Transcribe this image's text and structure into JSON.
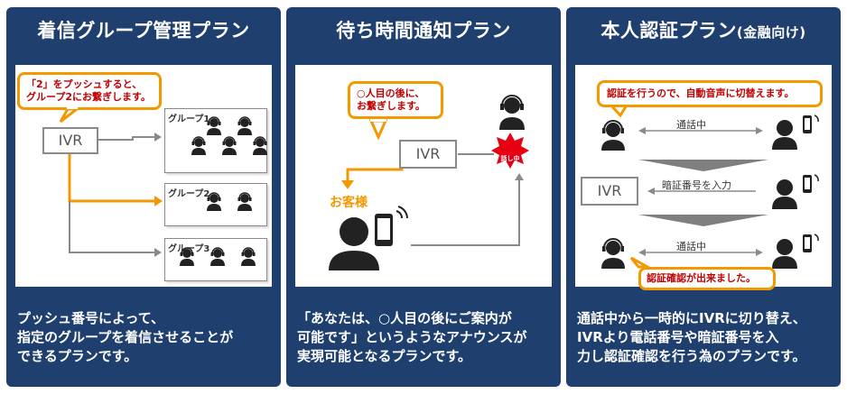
{
  "panels": [
    {
      "title": "着信グループ管理プラン",
      "bubble": "「2」をプッシュすると、グループ2にお繋ぎします。",
      "bubble_line1": "「2」をプッシュすると、",
      "bubble_line2": "グループ2にお繋ぎします。",
      "ivr": "IVR",
      "groups": [
        "グループ1",
        "グループ2",
        "グループ3"
      ],
      "desc_lines": [
        "プッシュ番号によって、",
        "指定のグループを着信させることが",
        "できるプランです。"
      ]
    },
    {
      "title": "待ち時間通知プラン",
      "bubble_line1": "○人目の後に、",
      "bubble_line2": "お繋ぎします。",
      "ivr": "IVR",
      "customer_label": "お客様",
      "busy_label": "話し中",
      "desc_lines": [
        "「あなたは、○人目の後にご案内が",
        "可能です」というようなアナウンスが",
        "実現可能となるプランです。"
      ]
    },
    {
      "title": "本人認証プラン",
      "title_suffix": "(金融向け)",
      "bubble_top": "認証を行うので、自動音声に切替えます。",
      "talking_1": "通話中",
      "ivr": "IVR",
      "pin_input": "暗証番号を入力",
      "talking_2": "通話中",
      "bubble_bottom": "認証確認が出来ました。",
      "desc_lines": [
        "通話中から一時的にIVRに切り替え、",
        "IVRより電話番号や暗証番号を入",
        "力し認証確認を行う為のプランです。"
      ]
    }
  ],
  "colors": {
    "panel_bg": "#1f3f6e",
    "accent_orange": "#f39800",
    "bubble_text": "#c00000",
    "busy_red": "#e60012",
    "line_gray": "#8a8a8a"
  }
}
